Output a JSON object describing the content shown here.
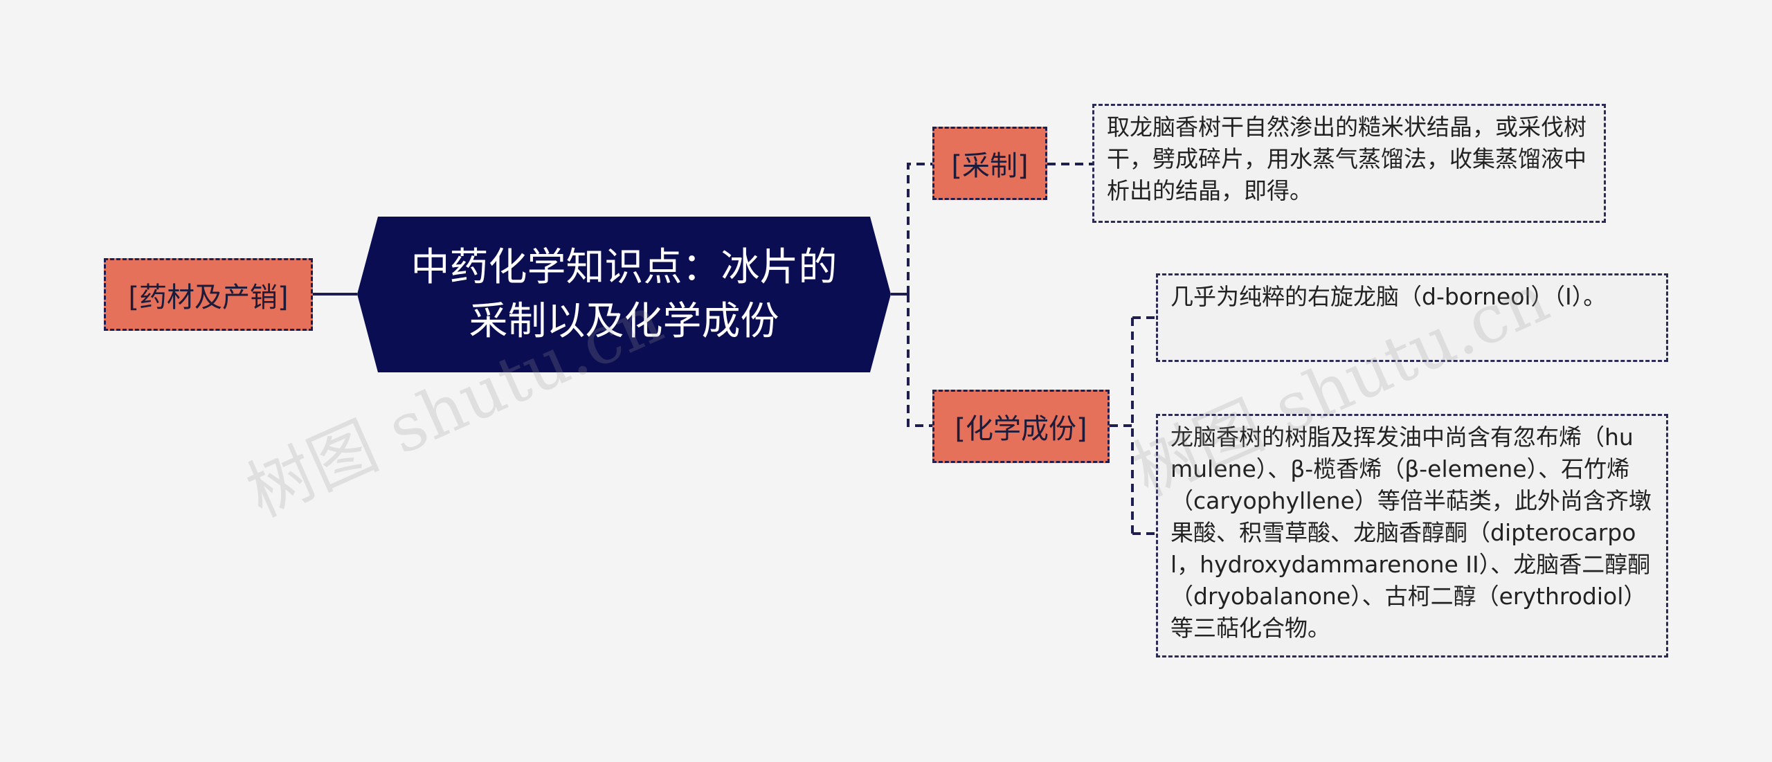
{
  "mindmap": {
    "root": {
      "title": "中药化学知识点：冰片的采制以及化学成份"
    },
    "left_branch": {
      "label": "[药材及产销]"
    },
    "right_branches": [
      {
        "label": "[采制]",
        "children": [
          "取龙脑香树干自然渗出的糙米状结晶，或采伐树干，劈成碎片，用水蒸气蒸馏法，收集蒸馏液中析出的结晶，即得。"
        ]
      },
      {
        "label": "[化学成份]",
        "children": [
          "几乎为纯粹的右旋龙脑（d-borneol）（I）。",
          "龙脑香树的树脂及挥发油中尚含有忽布烯（humulene）、β-榄香烯（β-elemene）、石竹烯（caryophyllene）等倍半萜类，此外尚含齐墩果酸、积雪草酸、龙脑香醇酮（dipterocarpol，hydroxydammarenone II）、龙脑香二醇酮（dryobalanone）、古柯二醇（erythrodiol）等三萜化合物。"
        ]
      }
    ]
  },
  "watermark": {
    "text_left": "树图 shutu.cn",
    "text_right": "树图 shutu.cn"
  },
  "colors": {
    "background": "#f4f4f5",
    "root_fill": "#0b0d52",
    "tag_fill": "#e6715a",
    "connector": "#1e1e50",
    "leaf_fill": "#f1f1f2"
  }
}
